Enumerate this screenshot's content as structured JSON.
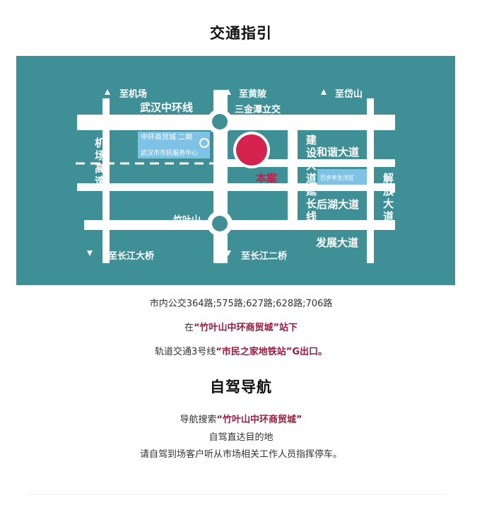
{
  "traffic": {
    "title": "交通指引",
    "map": {
      "roads": {
        "zhonghuan": "武汉中环线",
        "airport_highway": "机场高速",
        "jianshe": "建设大道延长线",
        "hexie": "和谐大道",
        "houhu": "后湖大道",
        "jiefang": "解放大道",
        "fazhan": "发展大道"
      },
      "directions": {
        "to_airport": "至机场",
        "to_huangpi": "至黄陂",
        "to_daishan": "至岱山",
        "to_changjiang_bridge": "至长江大桥",
        "to_changjiang_2nd": "至长江二桥"
      },
      "places": {
        "sanjintan": "三金潭立交",
        "zhuyeshan": "竹叶山",
        "mall_phase2": "中环商贸城 二期",
        "citizen_center": "武汉市市民服务中心",
        "baibuting": "百步亭生活区",
        "here": "本案"
      }
    },
    "bus_line": "市内公交364路;575路;627路;628路;706路",
    "stop_prefix": "在",
    "stop_name": "“竹叶山中环商贸城”站下",
    "metro_prefix": "轨道交通3号线",
    "metro_highlight": "“市民之家地铁站”G出口。"
  },
  "driving": {
    "title": "自驾导航",
    "nav_prefix": "导航搜索",
    "nav_highlight": "“竹叶山中环商贸城”",
    "line2": "自驾直达目的地",
    "line3": "请自驾到场客户听从市场相关工作人员指挥停车。"
  },
  "colors": {
    "map_bg": "#3f8f97",
    "road": "#ffffff",
    "marker": "#d6224f",
    "accent_text": "#9b1c3e"
  }
}
